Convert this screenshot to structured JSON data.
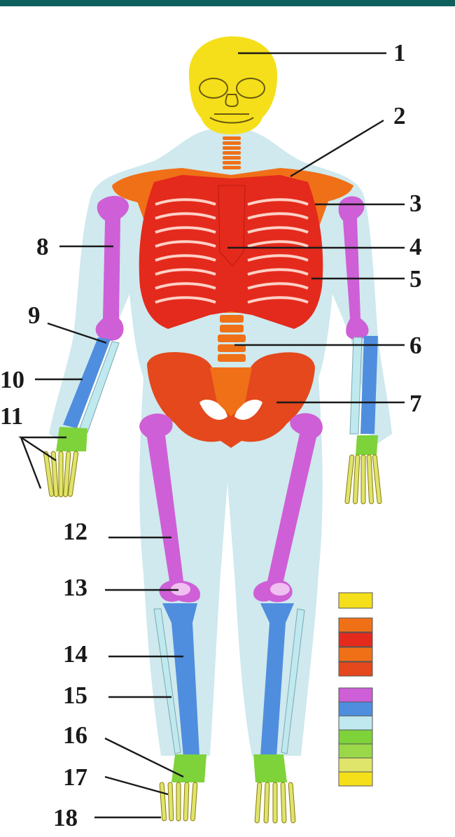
{
  "colors": {
    "top_bar": "#0f5f5c",
    "body_halo": "#cfe9ee",
    "skull": "#f5df1a",
    "spine_clavicle": "#f07018",
    "ribcage": "#e42a1c",
    "pelvis": "#e4481c",
    "long_bone_upper": "#cf5fd6",
    "long_bone_lower": "#4f8ede",
    "thin_bone": "#bfe9ef",
    "carpal_tarsal": "#7ed23a",
    "phalanx": "#dfe46a",
    "outline": "#7a2a10"
  },
  "labels": [
    {
      "id": "1",
      "text": "1"
    },
    {
      "id": "2",
      "text": "2"
    },
    {
      "id": "3",
      "text": "3"
    },
    {
      "id": "4",
      "text": "4"
    },
    {
      "id": "5",
      "text": "5"
    },
    {
      "id": "6",
      "text": "6"
    },
    {
      "id": "7",
      "text": "7"
    },
    {
      "id": "8",
      "text": "8"
    },
    {
      "id": "9",
      "text": "9"
    },
    {
      "id": "10",
      "text": "10"
    },
    {
      "id": "11",
      "text": "11"
    },
    {
      "id": "12",
      "text": "12"
    },
    {
      "id": "13",
      "text": "13"
    },
    {
      "id": "14",
      "text": "14"
    },
    {
      "id": "15",
      "text": "15"
    },
    {
      "id": "16",
      "text": "16"
    },
    {
      "id": "17",
      "text": "17"
    },
    {
      "id": "18",
      "text": "18"
    }
  ],
  "color_key": [
    "#f5df1a",
    "#f07018",
    "#e42a1c",
    "#f07018",
    "#e4481c",
    "#cf5fd6",
    "#4f8ede",
    "#bfe9ef",
    "#7ed23a",
    "#9ad84a",
    "#dfe46a",
    "#f5df1a"
  ]
}
